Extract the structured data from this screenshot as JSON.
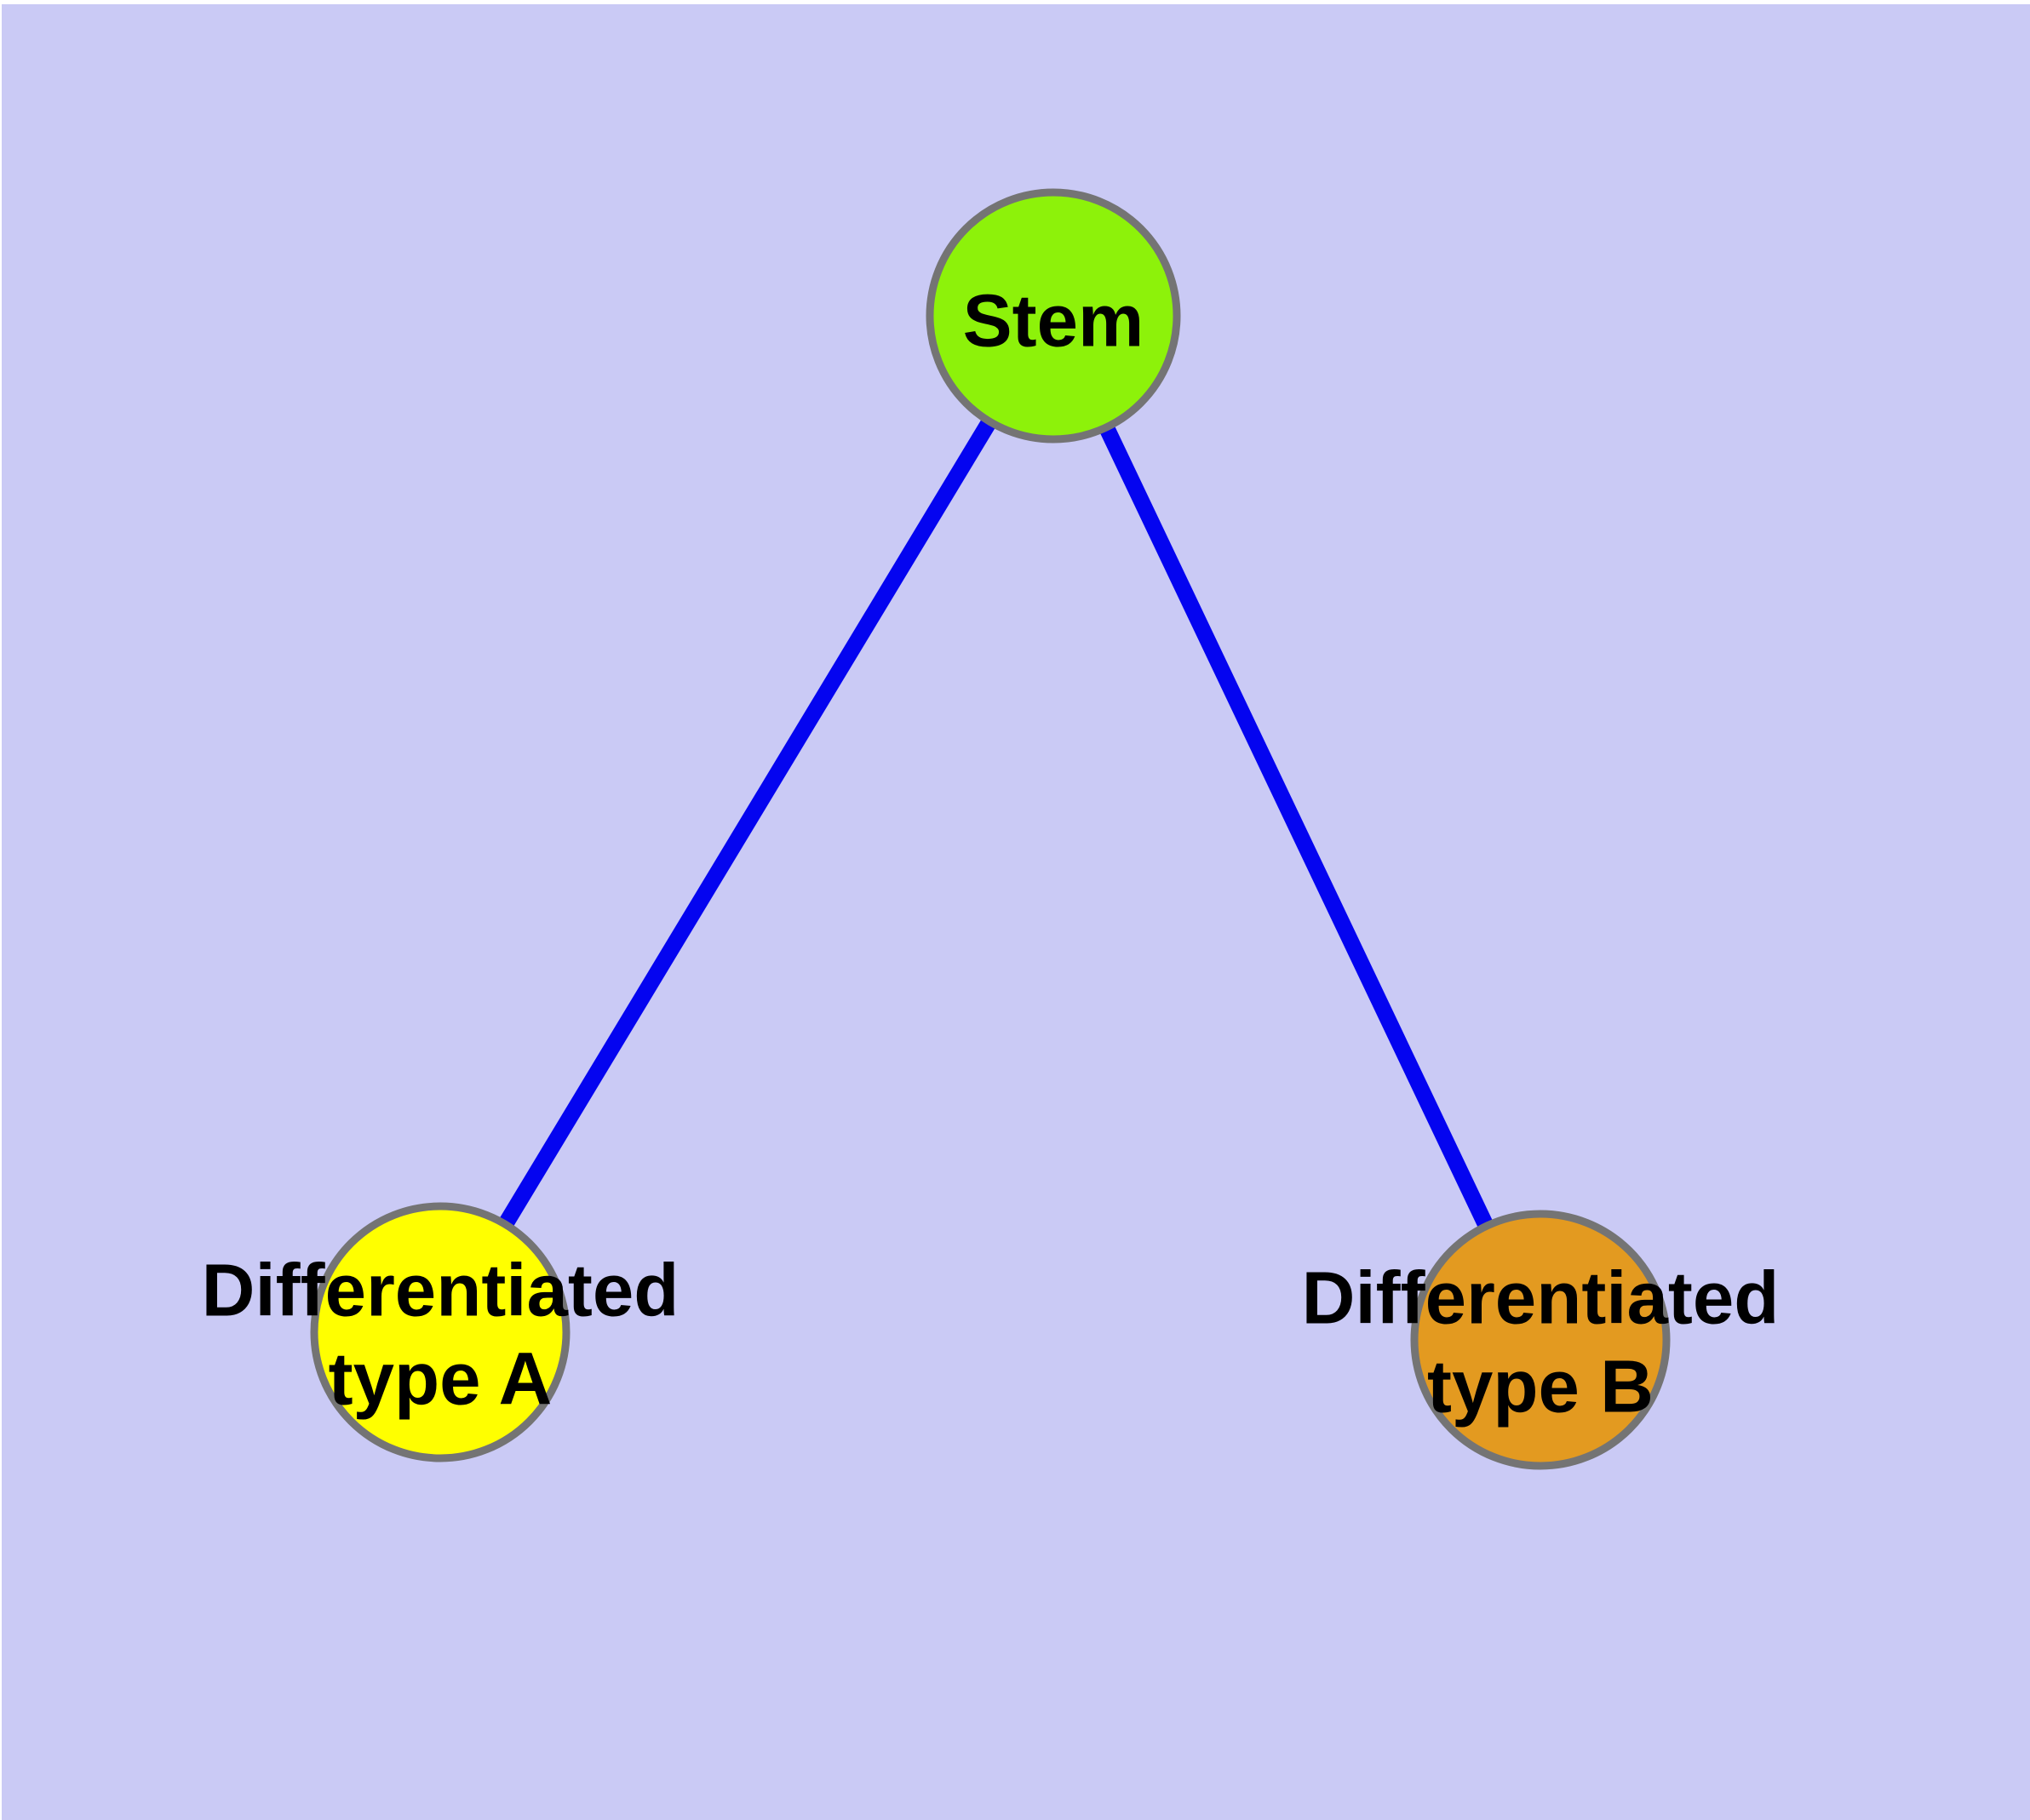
{
  "diagram": {
    "background_color": "#CACAF5",
    "page_margin_color": "#FFFFFF",
    "edge_color": "#0404F0",
    "node_border_color": "#747474",
    "label_color": "#000000",
    "nodes": {
      "stem": {
        "label": "Stem",
        "fill": "#8DF20A"
      },
      "type_a": {
        "label_line1": "Differentiated",
        "label_line2": "type A",
        "fill": "#FFFF00"
      },
      "type_b": {
        "label_line1": "Differentiated",
        "label_line2": "type B",
        "fill": "#E39A20"
      }
    },
    "edges": [
      {
        "from": "Stem",
        "to": "Differentiated type A"
      },
      {
        "from": "Stem",
        "to": "Differentiated type B"
      }
    ]
  }
}
